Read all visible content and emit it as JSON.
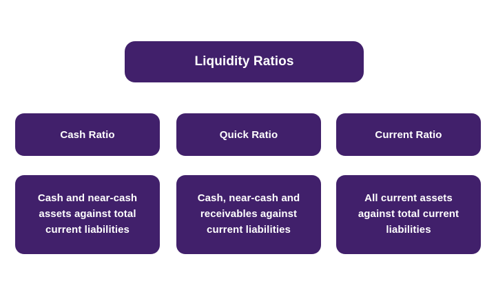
{
  "diagram": {
    "title": "Liquidity Ratios",
    "background_color": "#FFFFFF",
    "node_color": "#41206B",
    "text_color": "#FFFFFF",
    "root": {
      "label": "Liquidity Ratios"
    },
    "branches": [
      {
        "label": "Cash Ratio",
        "description": "Cash and near-cash assets against total current liabilities"
      },
      {
        "label": "Quick Ratio",
        "description": "Cash, near-cash and receivables against current liabilities"
      },
      {
        "label": "Current Ratio",
        "description": "All current assets against total current liabilities"
      }
    ]
  }
}
